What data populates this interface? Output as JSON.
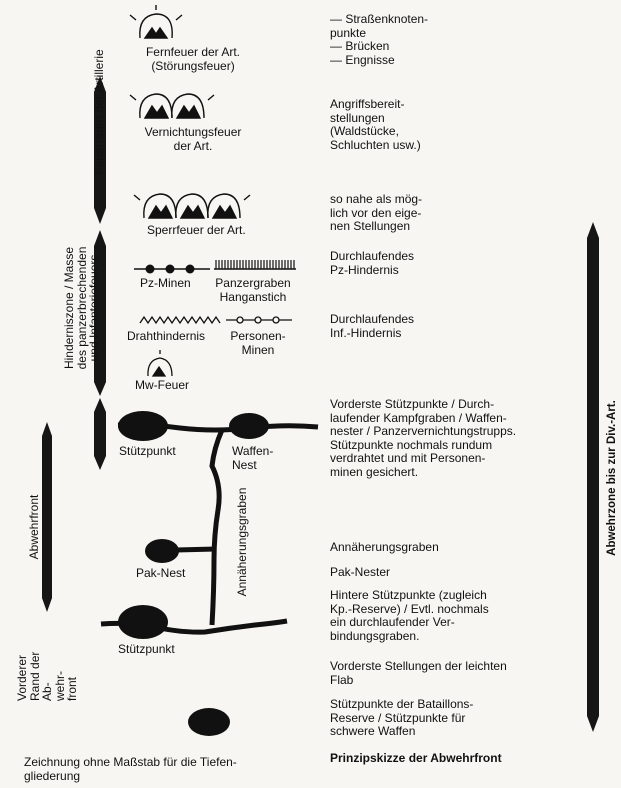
{
  "zones": {
    "feuerraum": "Feuerraum der Artillerie",
    "hinderniszone": "Hinderniszone / Masse\ndes panzerbrechenden\nund Infanteriefeuers",
    "abwehrfront": "Abwehrfront",
    "vorderer_rand": "Vorderer\nRand der\nAb-\nwehr-\nfront",
    "abwehrzone": "Abwehrzone bis zur Div.-Art."
  },
  "symbols": {
    "fernfeuer": "Fernfeuer der Art.\n(Störungsfeuer)",
    "vernichtungsfeuer": "Vernichtungsfeuer\nder Art.",
    "sperrfeuer": "Sperrfeuer der Art.",
    "pz_minen": "Pz-Minen",
    "panzergraben": "Panzergraben\nHanganstich",
    "drahthindernis": "Drahthindernis",
    "personenminen": "Personen-\nMinen",
    "mw_feuer": "Mw-Feuer",
    "stuetzpunkt_1": "Stützpunkt",
    "waffennest": "Waffen-\nNest",
    "annaeherungsgraben": "Annäherungsgraben",
    "pak_nest": "Pak-Nest",
    "stuetzpunkt_2": "Stützpunkt"
  },
  "legend": {
    "l1": "— Straßenknoten-\n   punkte\n— Brücken\n— Engnisse",
    "l2": "Angriffsbereit-\nstellungen\n(Waldstücke,\nSchluchten usw.)",
    "l3": "so nahe als mög-\nlich vor den eige-\nnen Stellungen",
    "l4": "Durchlaufendes\nPz-Hindernis",
    "l5": "Durchlaufendes\nInf.-Hindernis",
    "l6": "Vorderste Stützpunkte / Durch-\nlaufender Kampfgraben / Waffen-\nnester / Panzervernichtungstrupps.\nStützpunkte nochmals rundum\nverdrahtet und mit Personen-\nminen gesichert.",
    "l7": "Annäherungsgraben",
    "l8": "Pak-Nester",
    "l9": "Hintere Stützpunkte (zugleich\nKp.-Reserve) / Evtl. nochmals\nein durchlaufender Ver-\nbindungsgraben.",
    "l10": "Vorderste Stellungen der leichten\nFlab",
    "l11": "Stützpunkte der Bataillons-\nReserve / Stützpunkte für\nschwere Waffen"
  },
  "caption": {
    "note": "Zeichnung ohne Maßstab für die Tiefen-\ngliederung",
    "title": "Prinzipskizze der Abwehrfront"
  }
}
